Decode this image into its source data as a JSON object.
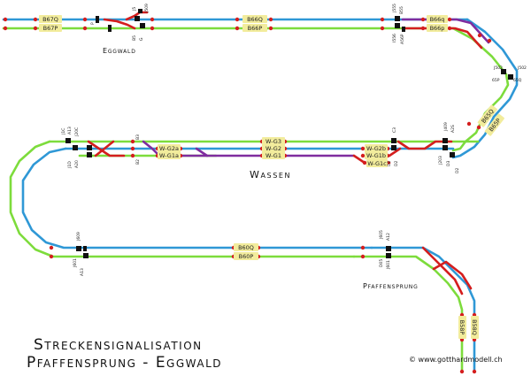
{
  "title_line1": "Streckensignalisation",
  "title_line2": "Pfaffensprung - Eggwald",
  "copyright": "© www.gotthardmodell.ch",
  "colors": {
    "green": "#7ddc3c",
    "blue": "#2f98d6",
    "red": "#d41e1e",
    "purple": "#7f2d9f",
    "label_bg": "#f2ec9c"
  },
  "places": {
    "eggwald": "Eggwald",
    "wassen": "Wassen",
    "pfaffensprung": "Pfaffensprung"
  },
  "block_labels": {
    "b67q": "B67Q",
    "b67p": "B67P",
    "b66q": "B66Q",
    "b66p": "B66P",
    "b66q_r": "B66q",
    "b66p_r": "B66p",
    "b65q": "B65Q",
    "b65p": "B65P",
    "wg3": "W-G3",
    "wg2": "W-G2",
    "wg1": "W-G1",
    "wg2a": "W-G2a",
    "wg1a": "W-G1a",
    "wg2b": "W-G2b",
    "wg1b": "W-G1b",
    "wg1c": "W-G1c",
    "b60q": "B60Q",
    "b60p": "B60P",
    "b58p": "B58P",
    "b58q": "B58Q"
  },
  "signals": {
    "e1": "J509",
    "e2": "G",
    "e3": "J5",
    "e4": "B5",
    "e5": "P",
    "r1": "J555",
    "r2": "B55",
    "r3": "I556",
    "r4": "A56P",
    "v1": "J502",
    "v2": "J502",
    "v3": "65P",
    "v4": "65Q",
    "wl1": "A13",
    "wl2": "J1C",
    "wl3": "J20C",
    "wl4": "J1D",
    "wl5": "A20",
    "wm1": "B3",
    "wm2": "B2",
    "wr1": "C3",
    "wr2": "D1",
    "wr3": "D2",
    "wr4": "D2",
    "er1": "J409",
    "er2": "A2S",
    "er3": "J203",
    "er4": "D3",
    "er5": "D2",
    "bl1": "J609",
    "bl2": "J601",
    "bl3": "A13",
    "pf1": "J605",
    "pf2": "A12",
    "pf3": "D05",
    "pf4": "J601"
  }
}
